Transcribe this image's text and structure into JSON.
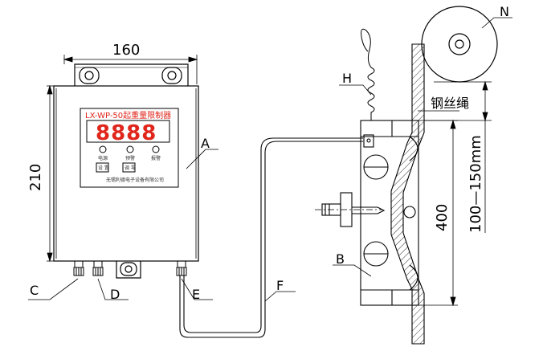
{
  "controller": {
    "width_dim": "160",
    "height_dim": "210",
    "title": "LX-WP-50起重量限制器",
    "display": "8888",
    "indicators": [
      "电源",
      "预警",
      "报警"
    ],
    "buttons": [
      "设 置",
      "调 零"
    ],
    "maker": "无锡利德电子设备有限公司"
  },
  "labels": {
    "A": "A",
    "B": "B",
    "C": "C",
    "D": "D",
    "E": "E",
    "F": "F",
    "H": "H",
    "N": "N"
  },
  "rope_label": "钢丝绳",
  "dims": {
    "d400": "400",
    "d_range": "100—150mm"
  },
  "colors": {
    "panel_red": "#e0261c",
    "line": "#000000"
  }
}
